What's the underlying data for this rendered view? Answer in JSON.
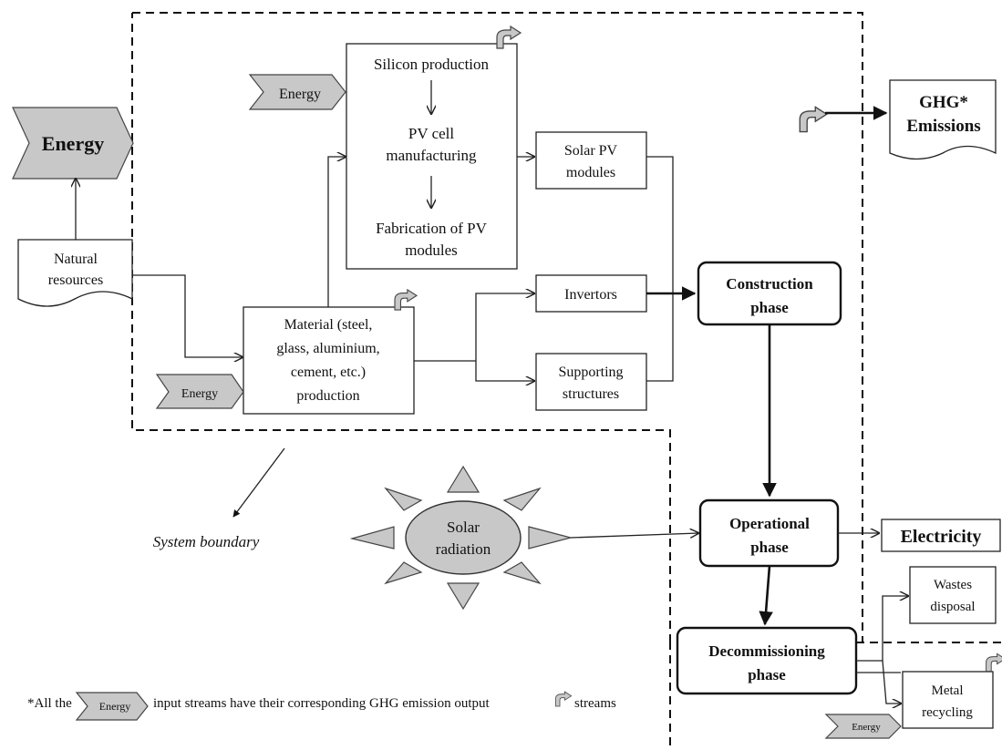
{
  "energy_main": "Energy",
  "natural_resources": [
    "Natural",
    "resources"
  ],
  "energy_small": "Energy",
  "silicon": {
    "step1": "Silicon production",
    "step2": [
      "PV cell",
      "manufacturing"
    ],
    "step3": [
      "Fabrication of PV",
      "modules"
    ]
  },
  "solar_pv_modules": [
    "Solar PV",
    "modules"
  ],
  "invertors": "Invertors",
  "supporting_structures": [
    "Supporting",
    "structures"
  ],
  "material": [
    "Material (steel,",
    "glass, aluminium,",
    "cement, etc.)",
    "production"
  ],
  "construction": [
    "Construction",
    "phase"
  ],
  "operational": [
    "Operational",
    "phase"
  ],
  "decommissioning": [
    "Decommissioning",
    "phase"
  ],
  "solar_radiation": [
    "Solar",
    "radiation"
  ],
  "ghg_emissions": [
    "GHG*",
    "Emissions"
  ],
  "electricity": "Electricity",
  "wastes_disposal": [
    "Wastes",
    "disposal"
  ],
  "metal_recycling": [
    "Metal",
    "recycling"
  ],
  "system_boundary": "System boundary",
  "footnote": {
    "prefix": "*All the",
    "energy": "Energy",
    "middle": "input streams have their corresponding GHG emission output",
    "suffix": "streams"
  },
  "colors": {
    "chevron_fill": "#c8c8c8",
    "line": "#222222"
  }
}
